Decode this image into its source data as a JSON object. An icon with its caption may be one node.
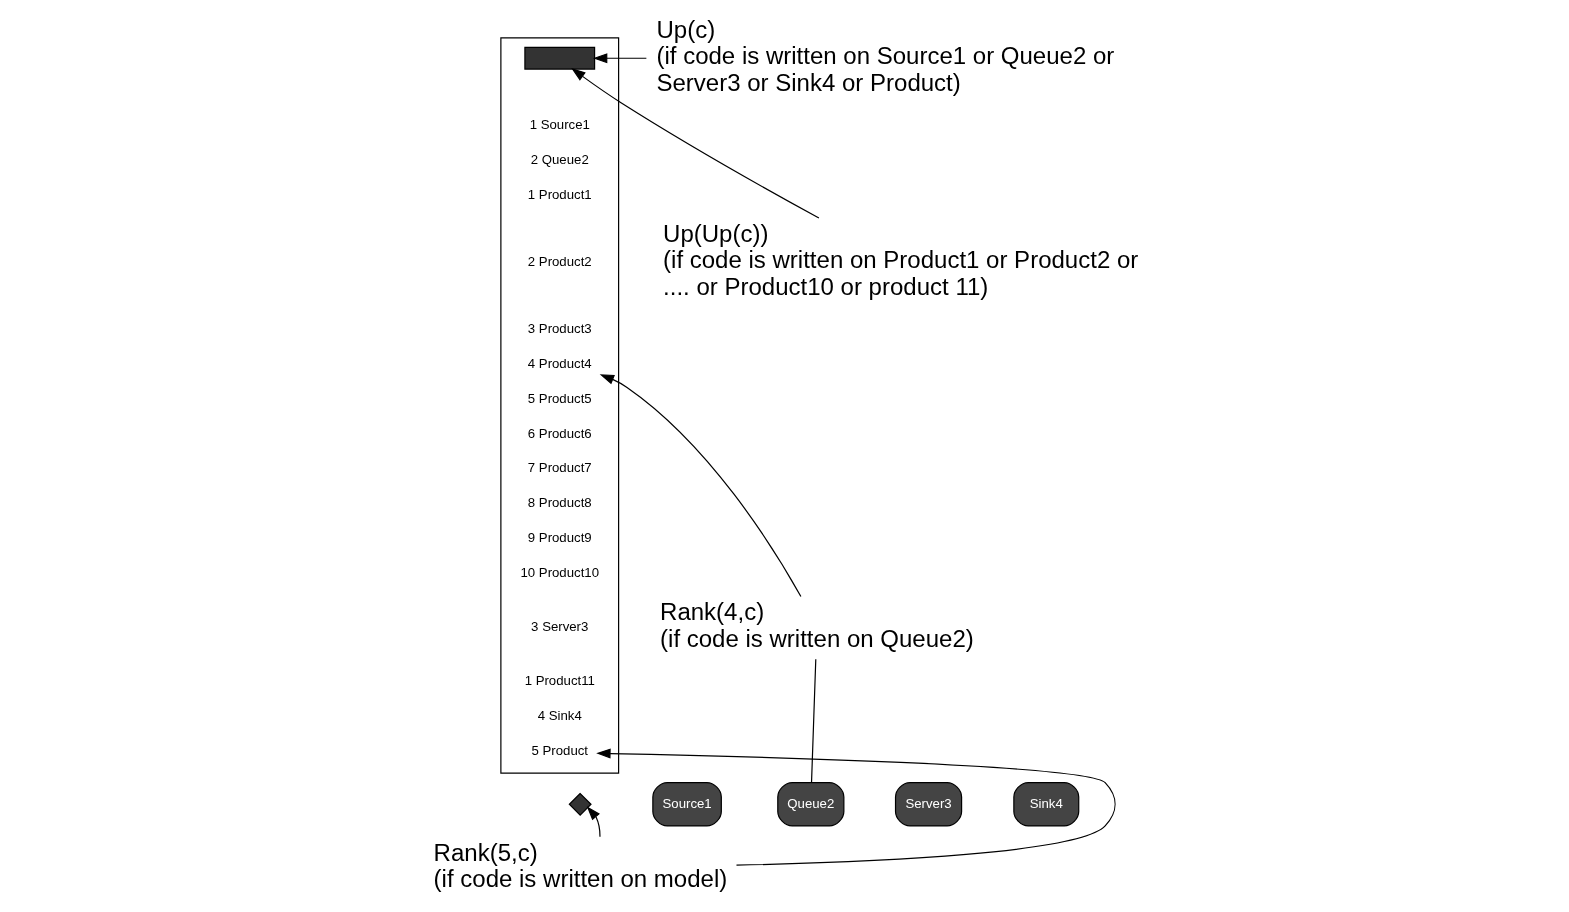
{
  "diagram": {
    "nodes": [
      {
        "text": [],
        "shape": "box"
      },
      {
        "text": [],
        "shape": "box",
        "in": 0
      },
      {
        "text": [
          "1 Source1"
        ],
        "in": 0
      },
      {
        "text": [
          "2 Queue2"
        ],
        "in": 0
      },
      {
        "text": [
          "1 Product1"
        ],
        "in": 0
      },
      {
        "text": [
          "2 Product2"
        ],
        "in": 0
      },
      {
        "text": [
          "3 Product3"
        ],
        "in": 0
      },
      {
        "text": [
          "4 Product4"
        ],
        "in": 0
      },
      {
        "text": [
          "5 Product5"
        ],
        "in": 0
      },
      {
        "text": [
          "6 Product6"
        ],
        "in": 0
      },
      {
        "text": [
          "7 Product7"
        ],
        "in": 0
      },
      {
        "text": [
          "8 Product8"
        ],
        "in": 0
      },
      {
        "text": [
          "9 Product9"
        ],
        "in": 0
      },
      {
        "text": [
          "10 Product10"
        ],
        "in": 0
      },
      {
        "text": [
          "3 Server3"
        ],
        "in": 0
      },
      {
        "text": [
          "1 Product11"
        ],
        "in": 0
      },
      {
        "text": [
          "4 Sink4"
        ],
        "in": 0
      },
      {
        "text": [
          "5 Product"
        ],
        "in": 0
      },
      {
        "text": [
          "Up(c)",
          "(if code is written on Source1 or Queue2 or Server3 or Sink4 or Product)"
        ]
      },
      {
        "text": [
          "Up(Up(c))",
          "(if code is written on Product1 or Product2 or .... or Product10 or product 11)"
        ]
      },
      {
        "text": [
          "Rank(4,c)",
          "(if code is written on Queue2)"
        ]
      },
      {
        "text": [
          "Rank(5,c)",
          "(if code is written on model)"
        ]
      },
      {
        "text": [],
        "shape": "diamond"
      },
      {
        "text": [
          "Source1"
        ]
      },
      {
        "text": [
          "Queue2"
        ]
      },
      {
        "text": [
          "Server3"
        ]
      },
      {
        "text": [
          "Sink4"
        ]
      }
    ],
    "edges": [
      {
        "from": 18,
        "to": 1,
        "arrow": "to"
      },
      {
        "from": 19,
        "to": 1,
        "arrow": "to"
      },
      {
        "from": 20,
        "to": 7,
        "arrow": "to"
      },
      {
        "from": 21,
        "to": 17,
        "arrow": "to"
      },
      {
        "from": 20,
        "to": 24,
        "arrow": "none"
      },
      {
        "from": 21,
        "to": 22,
        "arrow": "to"
      }
    ]
  }
}
